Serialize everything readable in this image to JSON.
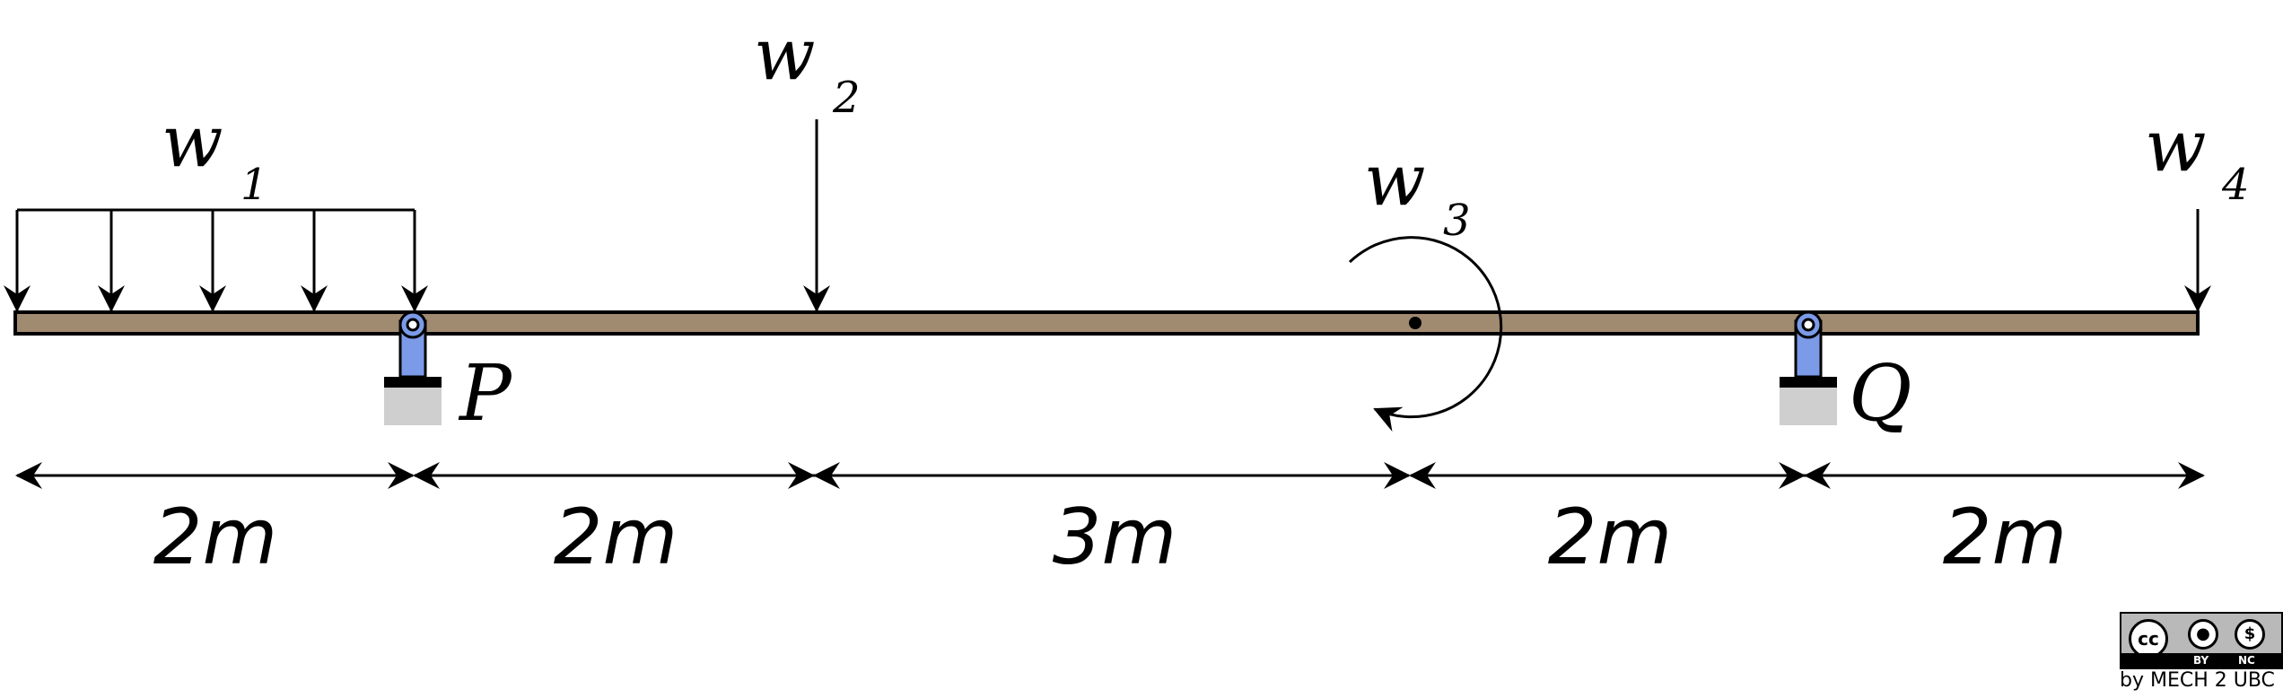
{
  "labels": {
    "w1": "w",
    "w1_sub": "1",
    "w2": "w",
    "w2_sub": "2",
    "w3": "w",
    "w3_sub": "3",
    "w4": "w",
    "w4_sub": "4",
    "support_p": "P",
    "support_q": "Q"
  },
  "dimensions": [
    "2m",
    "2m",
    "3m",
    "2m",
    "2m"
  ],
  "license": {
    "cc": "cc",
    "by": "BY",
    "nc": "NC",
    "attribution": "by MECH 2 UBC"
  },
  "colors": {
    "beam": "#a08a70",
    "support": "#7b9ae8",
    "ground": "#cfcfcf"
  }
}
